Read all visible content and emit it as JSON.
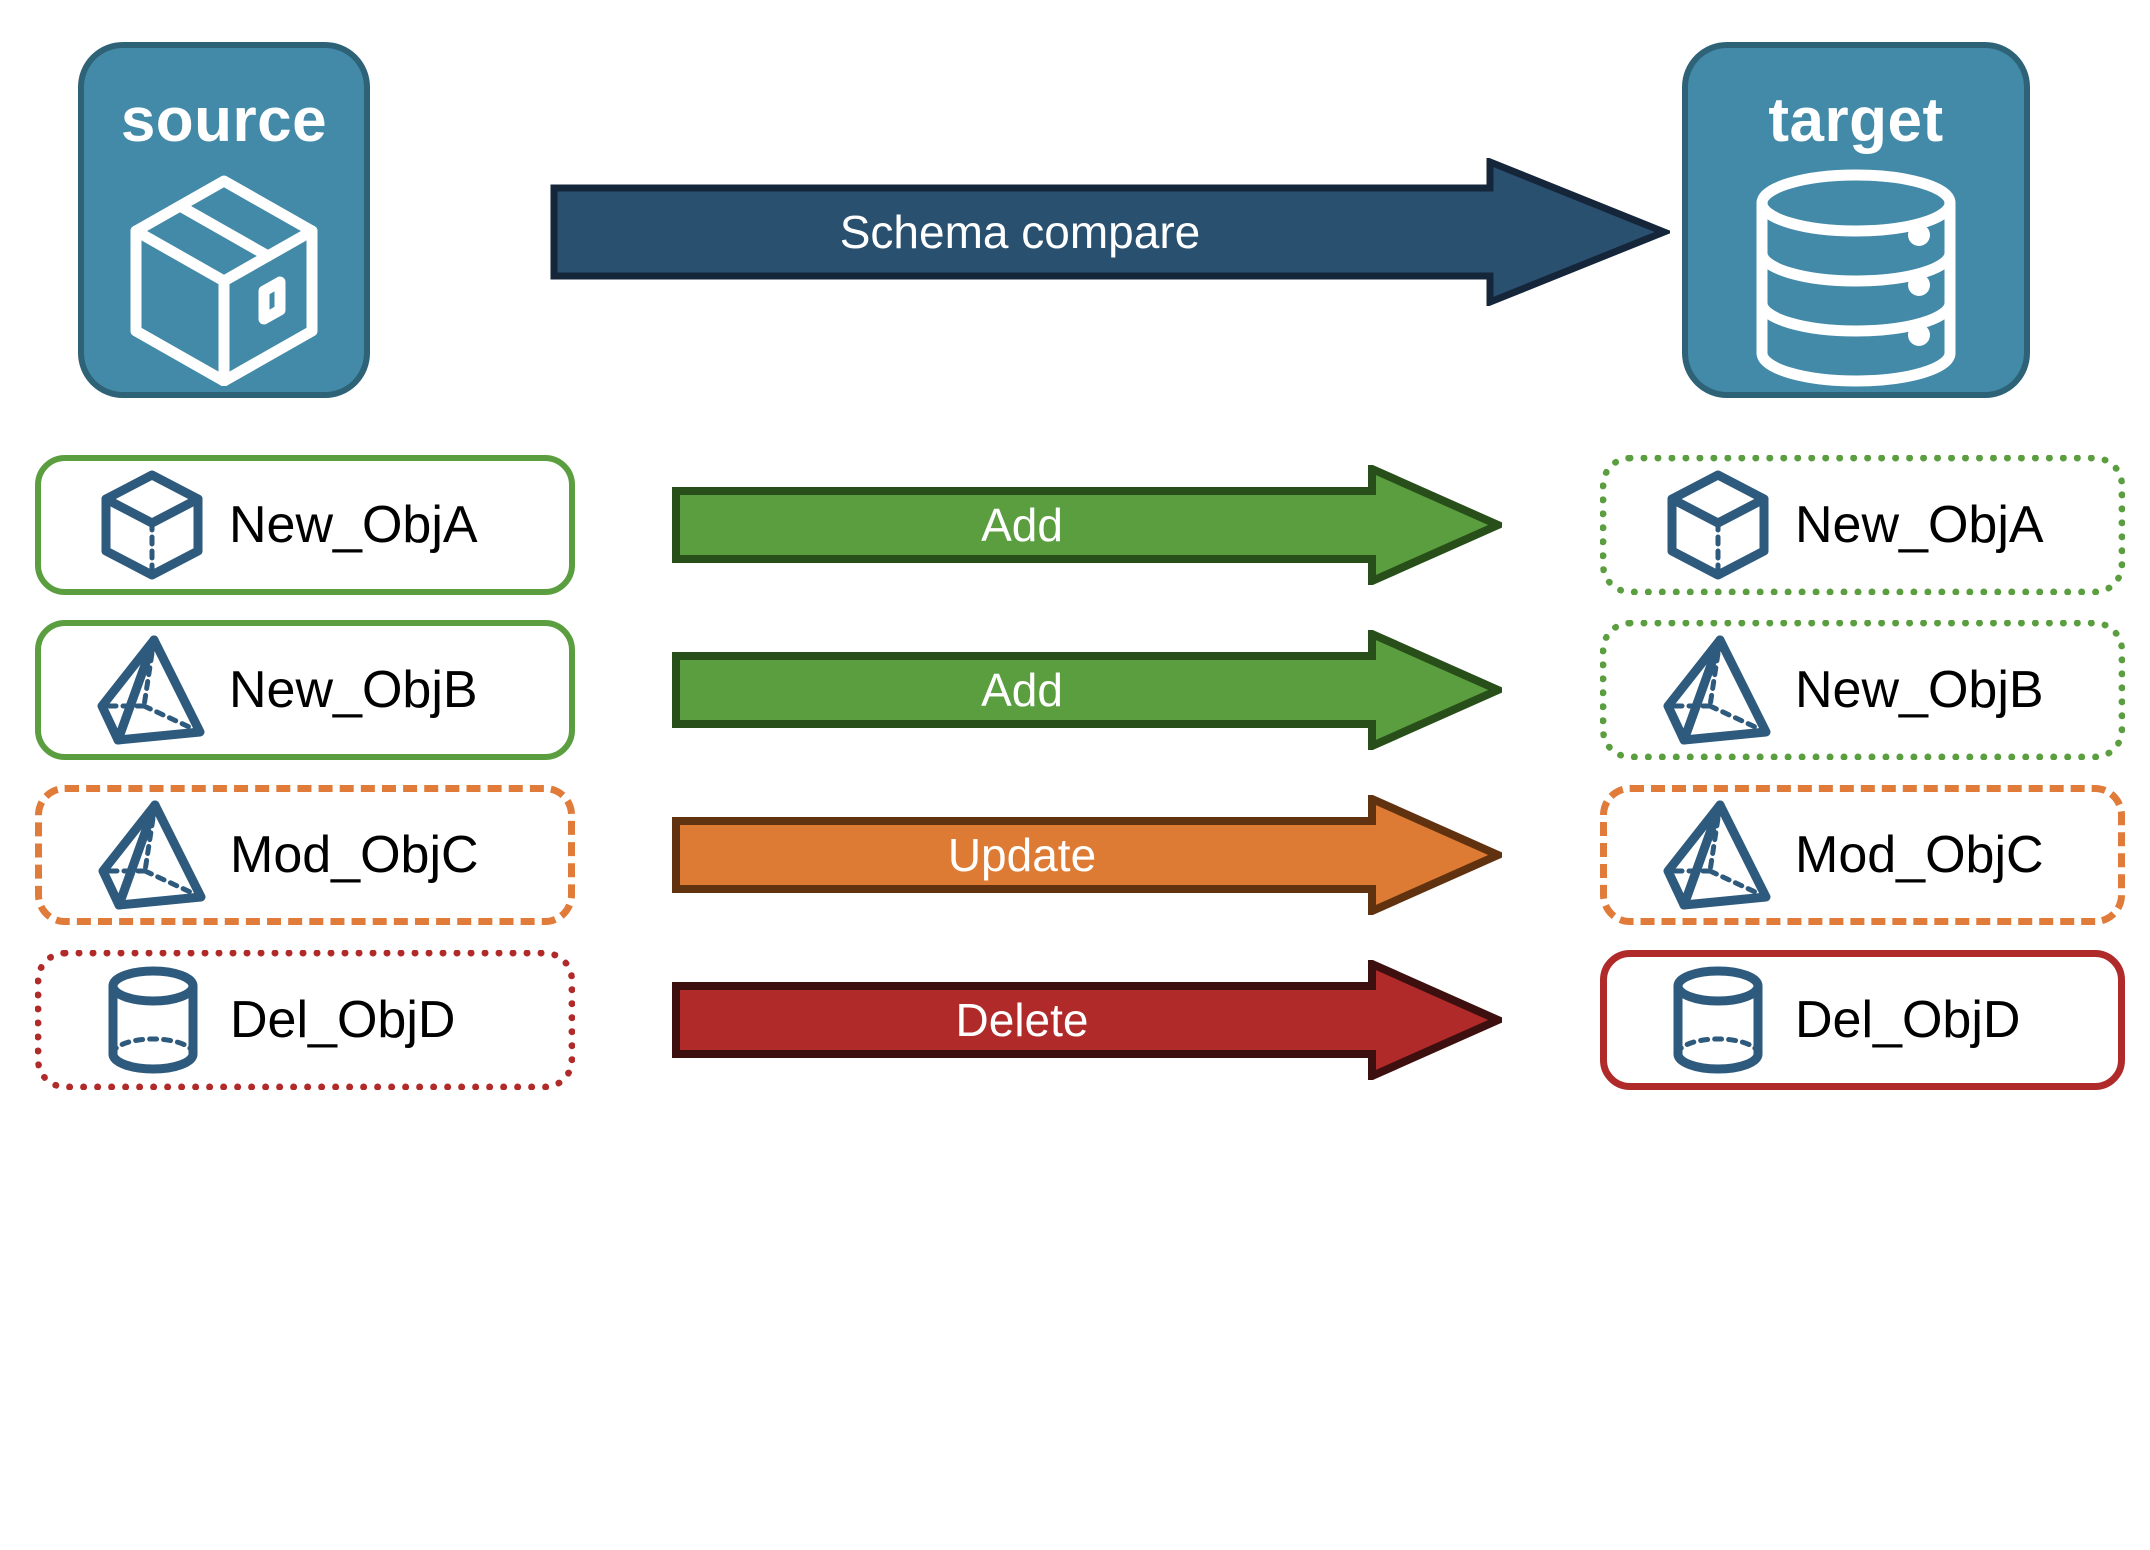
{
  "diagram": {
    "title": "Schema compare between source and target",
    "type": "flow-diagram"
  },
  "endpoints": {
    "source": {
      "label": "source",
      "icon": "package-box-icon",
      "fill": "#4389a8",
      "stroke": "#2e6276"
    },
    "target": {
      "label": "target",
      "icon": "database-cylinder-icon",
      "fill": "#4389a8",
      "stroke": "#2e6276"
    }
  },
  "compare": {
    "label": "Schema compare",
    "fill": "#2a5070",
    "stroke": "#16263a",
    "icon": "right-arrow-icon"
  },
  "colors": {
    "add_green": "#5a9e3f",
    "add_green_dark": "#284f1a",
    "update_orange": "#dd7a33",
    "update_orange_dark": "#61320f",
    "delete_red": "#b02a2a",
    "delete_red_dark": "#3e0f0f",
    "object_icon_blue": "#2e5a7d",
    "card_background": "#ffffff"
  },
  "rows": [
    {
      "action": "Add",
      "action_color": "#5a9e3f",
      "action_stroke": "#284f1a",
      "source": {
        "label": "New_ObjA",
        "icon": "cube-wireframe-icon",
        "border": "solid-green"
      },
      "target": {
        "label": "New_ObjA",
        "icon": "cube-wireframe-icon",
        "border": "dotted-green"
      }
    },
    {
      "action": "Add",
      "action_color": "#5a9e3f",
      "action_stroke": "#284f1a",
      "source": {
        "label": "New_ObjB",
        "icon": "pyramid-wireframe-icon",
        "border": "solid-green"
      },
      "target": {
        "label": "New_ObjB",
        "icon": "pyramid-wireframe-icon",
        "border": "dotted-green"
      }
    },
    {
      "action": "Update",
      "action_color": "#dd7a33",
      "action_stroke": "#61320f",
      "source": {
        "label": "Mod_ObjC",
        "icon": "pyramid-wireframe-icon",
        "border": "dashed-orange"
      },
      "target": {
        "label": "Mod_ObjC",
        "icon": "pyramid-wireframe-icon",
        "border": "dashed-orange"
      }
    },
    {
      "action": "Delete",
      "action_color": "#b02a2a",
      "action_stroke": "#3e0f0f",
      "source": {
        "label": "Del_ObjD",
        "icon": "cylinder-wireframe-icon",
        "border": "dotted-red"
      },
      "target": {
        "label": "Del_ObjD",
        "icon": "cylinder-wireframe-icon",
        "border": "solid-red"
      }
    }
  ]
}
